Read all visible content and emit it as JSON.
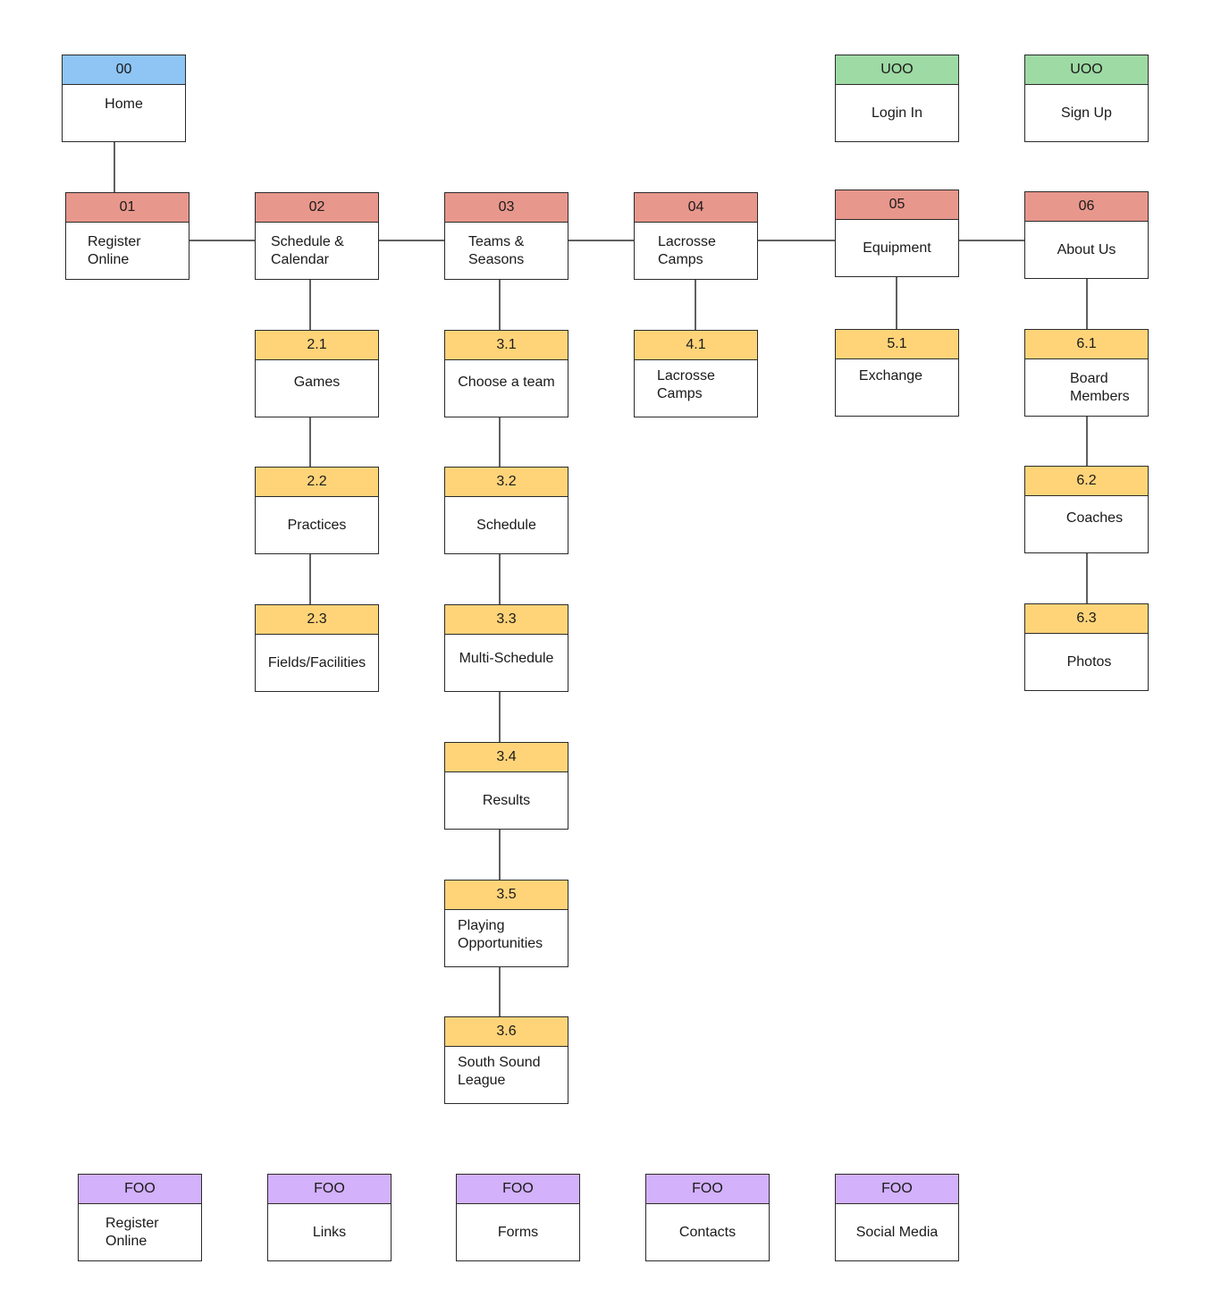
{
  "colors": {
    "home": "#8ec5f4",
    "utility": "#9edaa4",
    "primary": "#e8978c",
    "secondary": "#ffd479",
    "footer": "#d3b1fb",
    "line": "#2b2b2b"
  },
  "nodes": {
    "home": {
      "code": "00",
      "label": "Home"
    },
    "login": {
      "code": "UOO",
      "label": "Login In"
    },
    "signup": {
      "code": "UOO",
      "label": "Sign Up"
    },
    "register": {
      "code": "01",
      "label": "Register\nOnline"
    },
    "schedule_cal": {
      "code": "02",
      "label": "Schedule &\nCalendar"
    },
    "teams": {
      "code": "03",
      "label": "Teams &\nSeasons"
    },
    "camps": {
      "code": "04",
      "label": "Lacrosse\nCamps"
    },
    "equipment": {
      "code": "05",
      "label": "Equipment"
    },
    "about": {
      "code": "06",
      "label": "About Us"
    },
    "games": {
      "code": "2.1",
      "label": "Games"
    },
    "practices": {
      "code": "2.2",
      "label": "Practices"
    },
    "fields": {
      "code": "2.3",
      "label": "Fields/Facilities"
    },
    "choose_team": {
      "code": "3.1",
      "label": "Choose a team"
    },
    "schedule": {
      "code": "3.2",
      "label": "Schedule"
    },
    "multi": {
      "code": "3.3",
      "label": "Multi-Schedule"
    },
    "results": {
      "code": "3.4",
      "label": "Results"
    },
    "playing": {
      "code": "3.5",
      "label": "Playing\nOpportunities"
    },
    "league": {
      "code": "3.6",
      "label": "South Sound\nLeague"
    },
    "camps_sub": {
      "code": "4.1",
      "label": "Lacrosse\nCamps"
    },
    "exchange": {
      "code": "5.1",
      "label": "Exchange"
    },
    "board": {
      "code": "6.1",
      "label": "Board\nMembers"
    },
    "coaches": {
      "code": "6.2",
      "label": "Coaches"
    },
    "photos": {
      "code": "6.3",
      "label": "Photos"
    },
    "f_register": {
      "code": "FOO",
      "label": "Register\nOnline"
    },
    "f_links": {
      "code": "FOO",
      "label": "Links"
    },
    "f_forms": {
      "code": "FOO",
      "label": "Forms"
    },
    "f_contacts": {
      "code": "FOO",
      "label": "Contacts"
    },
    "f_social": {
      "code": "FOO",
      "label": "Social Media"
    }
  }
}
